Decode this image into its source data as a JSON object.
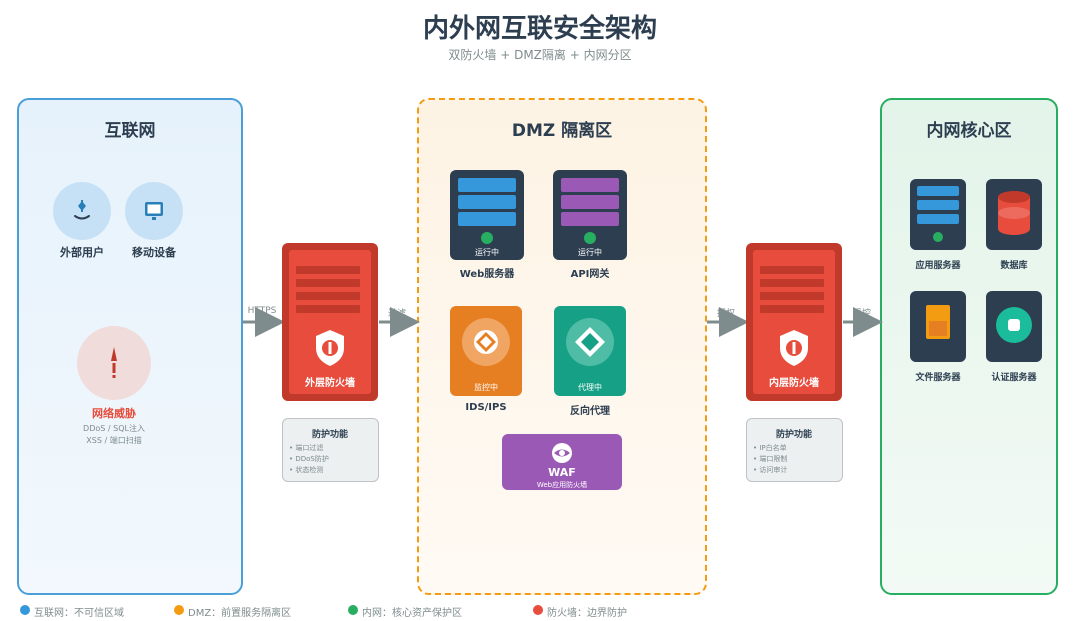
{
  "title": "内外网互联安全架构",
  "subtitle": "双防火墙 + DMZ隔离 + 内网分区",
  "zones": {
    "internet": {
      "title": "互联网",
      "external_user": "外部用户",
      "mobile_device": "移动设备",
      "threat_title": "网络威胁",
      "threat_line1": "DDoS / SQL注入",
      "threat_line2": "XSS / 端口扫描"
    },
    "dmz": {
      "title": "DMZ 隔离区",
      "web_server": {
        "status": "运行中",
        "label": "Web服务器"
      },
      "api_gateway": {
        "status": "运行中",
        "label": "API网关"
      },
      "ids": {
        "status": "监控中",
        "label": "IDS/IPS"
      },
      "proxy": {
        "status": "代理中",
        "label": "反向代理"
      },
      "waf": {
        "title": "WAF",
        "subtitle": "Web应用防火墙"
      }
    },
    "intranet": {
      "title": "内网核心区",
      "app_server": "应用服务器",
      "database": "数据库",
      "file_server": "文件服务器",
      "auth_server": "认证服务器"
    }
  },
  "firewalls": {
    "outer": {
      "label": "外层防火墙",
      "panel_title": "防护功能",
      "features": [
        "• 端口过滤",
        "• DDoS防护",
        "• 状态检测"
      ]
    },
    "inner": {
      "label": "内层防火墙",
      "panel_title": "防护功能",
      "features": [
        "• IP白名单",
        "• 端口限制",
        "• 访问审计"
      ]
    }
  },
  "arrows": {
    "a1": "HTTPS",
    "a2": "过滤",
    "a3": "授权",
    "a4": "受控"
  },
  "legend": [
    {
      "text": "互联网：不可信区域",
      "color": "#3498db"
    },
    {
      "text": "DMZ：前置服务隔离区",
      "color": "#f39c12"
    },
    {
      "text": "内网：核心资产保护区",
      "color": "#27ae60"
    },
    {
      "text": "防火墙：边界防护",
      "color": "#e74c3c"
    }
  ],
  "colors": {
    "internet": "#4a9fd8",
    "dmz": "#f39c12",
    "intranet": "#27ae60",
    "firewall": "#e74c3c",
    "server_dark": "#2c3e50",
    "web_bar": "#3498db",
    "api_bar": "#9b59b6",
    "ids": "#e67e22",
    "proxy": "#16a085",
    "waf": "#9b59b6"
  }
}
